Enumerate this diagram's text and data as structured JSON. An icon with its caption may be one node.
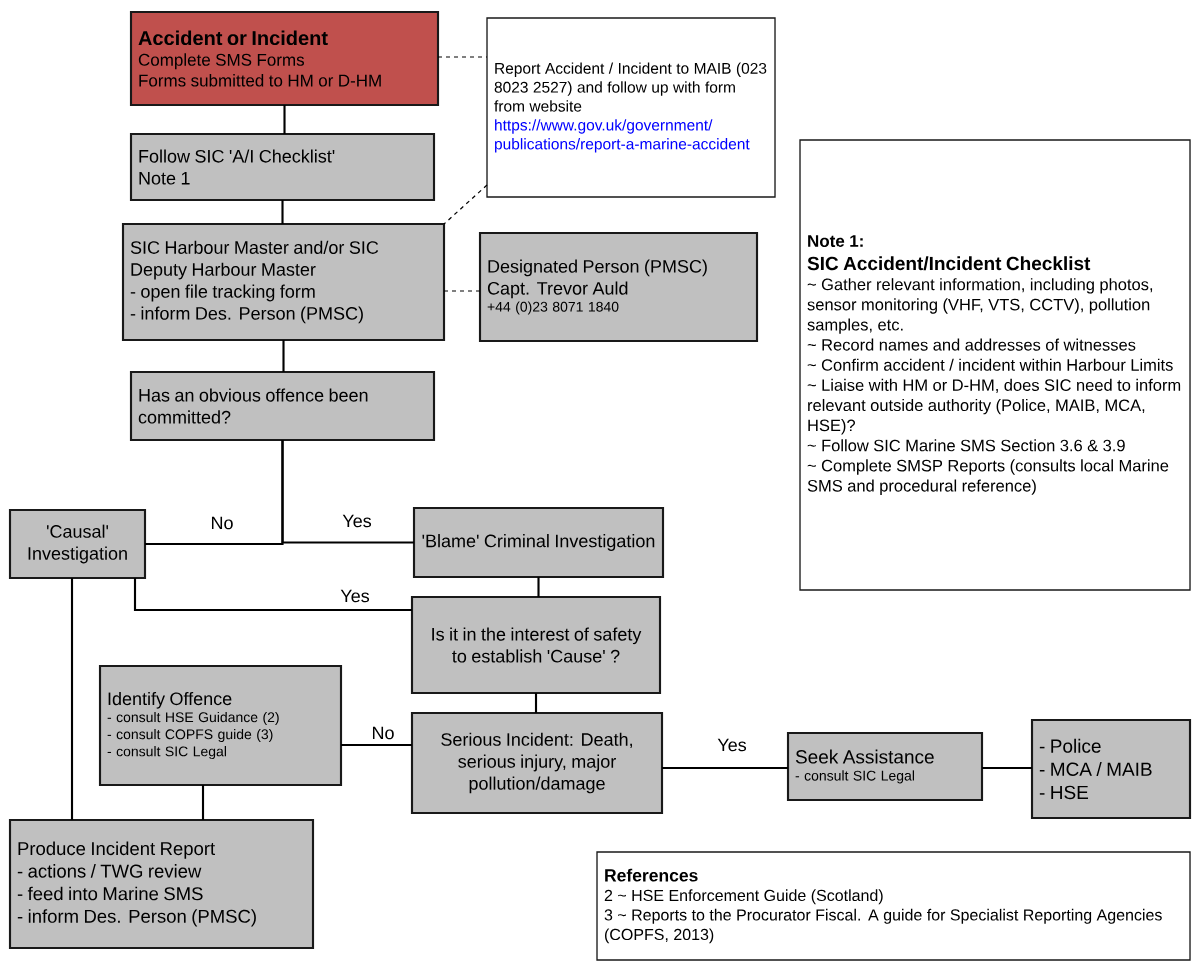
{
  "diagram": {
    "nodes": [
      {
        "text": [
          "Accident or Incident",
          "Complete SMS Forms",
          "Forms submitted to HM or D-HM"
        ]
      },
      {
        "text": [
          "Report Accident / Incident to MAIB (023 8023 2527) and follow up with form from website",
          "https://www.gov.uk/government/publications/report-a-marine-accident"
        ]
      },
      {
        "text": [
          "Follow SIC 'A/I Checklist'",
          "Note 1"
        ]
      },
      {
        "text": [
          "SIC Harbour Master and/or SIC Deputy Harbour Master",
          "- open file tracking form",
          "- inform Des. Person (PMSC)"
        ]
      },
      {
        "text": [
          "Designated Person (PMSC)",
          "Capt. Trevor Auld",
          "+44 (0)23 8071 1840"
        ]
      },
      {
        "text": [
          "Has an obvious offence been committed?"
        ]
      },
      {
        "text": [
          "'Causal' Investigation"
        ]
      },
      {
        "text": [
          "'Blame' Criminal Investigation"
        ]
      },
      {
        "text": [
          "Is it in the interest of safety to establish 'Cause' ?"
        ]
      },
      {
        "text": [
          "Identify Offence",
          "- consult HSE Guidance (2)",
          "- consult COPFS guide (3)",
          "- consult SIC Legal"
        ]
      },
      {
        "text": [
          "Serious Incident: Death, serious injury, major pollution/damage"
        ]
      },
      {
        "text": [
          "Seek Assistance",
          "- consult SIC Legal"
        ]
      },
      {
        "text": [
          "- Police",
          "- MCA / MAIB",
          "- HSE"
        ]
      },
      {
        "text": [
          "Produce Incident Report",
          "- actions / TWG review",
          "- feed into Marine SMS",
          "- inform Des. Person (PMSC)"
        ]
      },
      {
        "text": [
          "Note 1:",
          "SIC Accident/Incident Checklist",
          "~ Gather relevant information, including photos, sensor monitoring (VHF, VTS, CCTV), pollution samples, etc.",
          "~ Record names and addresses of witnesses",
          "~ Confirm accident / incident within Harbour Limits",
          "~ Liaise with HM or D-HM, does SIC need to inform relevant outside authority (Police, MAIB, MCA, HSE)?",
          "~ Follow SIC Marine SMS Section 3.6 & 3.9",
          "~ Complete SMSP Reports (consults local Marine SMS and procedural reference)"
        ]
      },
      {
        "text": [
          "References",
          "2 ~ HSE Enforcement Guide (Scotland)",
          "3 ~ Reports to the Procurator Fiscal. A guide for Specialist Reporting Agencies (COPFS, 2013)"
        ]
      }
    ],
    "edges": [
      {
        "from": 0,
        "to": 2,
        "arrow": "none"
      },
      {
        "from": 2,
        "to": 3,
        "arrow": "none"
      },
      {
        "from": 3,
        "to": 5,
        "arrow": "none"
      },
      {
        "from": 5,
        "to": 6,
        "arrow": "none",
        "label": "No"
      },
      {
        "from": 5,
        "to": 7,
        "arrow": "none",
        "label": "Yes"
      },
      {
        "from": 7,
        "to": 8,
        "arrow": "none"
      },
      {
        "from": 8,
        "to": 6,
        "arrow": "none",
        "label": "Yes"
      },
      {
        "from": 8,
        "to": 10,
        "arrow": "none"
      },
      {
        "from": 10,
        "to": 9,
        "arrow": "none",
        "label": "No"
      },
      {
        "from": 10,
        "to": 11,
        "arrow": "none",
        "label": "Yes"
      },
      {
        "from": 11,
        "to": 12,
        "arrow": "none"
      },
      {
        "from": 9,
        "to": 13,
        "arrow": "none"
      },
      {
        "from": 6,
        "to": 13,
        "arrow": "none"
      },
      {
        "from": 0,
        "to": 1,
        "arrow": "none",
        "style": "dashed"
      },
      {
        "from": 1,
        "to": 3,
        "arrow": "none",
        "style": "dashed"
      },
      {
        "from": 3,
        "to": 4,
        "arrow": "none",
        "style": "dashed"
      }
    ]
  }
}
